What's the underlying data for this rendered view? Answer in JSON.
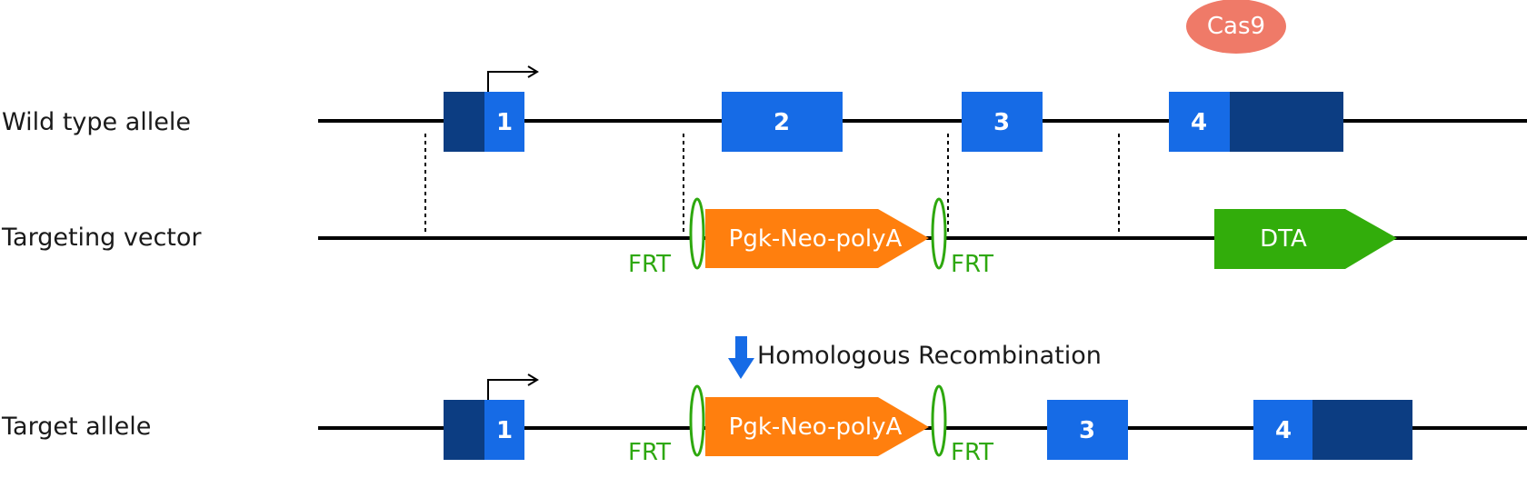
{
  "rows": {
    "wild_type": "Wild type allele",
    "targeting_vector": "Targeting vector",
    "target_allele": "Target allele"
  },
  "exons": [
    "1",
    "2",
    "3",
    "4"
  ],
  "cas9": "Cas9",
  "cassette": "Pgk-Neo-polyA",
  "frt": "FRT",
  "dta": "DTA",
  "step": "Homologous Recombination",
  "colors": {
    "exon_light": "#166be6",
    "exon_dark": "#0c3d82",
    "cassette": "#ff7f0e",
    "frt": "#2ea80f",
    "dta": "#32ad0b",
    "cas9": "#ef7a68",
    "arrow": "#166be6",
    "line": "#000000"
  }
}
